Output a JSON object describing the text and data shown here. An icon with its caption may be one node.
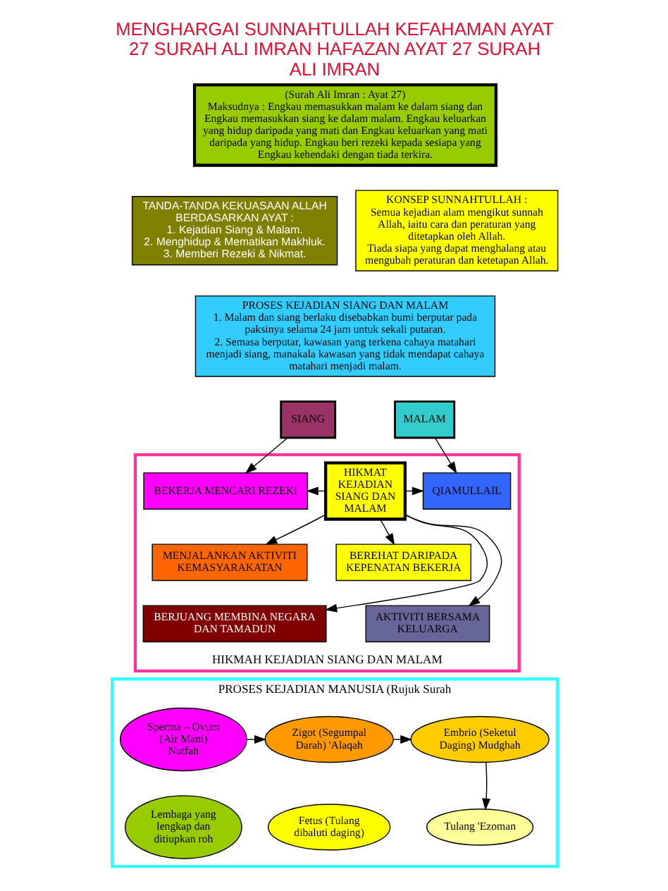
{
  "diagram": {
    "title": "MENGHARGAI SUNNAHTULLAH KEFAHAMAN AYAT 27 SURAH ALI IMRAN HAFAZAN AYAT 27 SURAH ALI IMRAN",
    "nodes": [
      {
        "text": [
          "(Surah Ali Imran : Ayat 27)",
          "Maksudnya : Engkau memasukkan malam ke dalam siang dan Engkau memasukkan siang ke dalam malam. Engkau keluarkan yang hidup daripada yang mati dan Engkau keluarkan yang mati daripada yang hidup. Engkau beri rezeki kepada sesiapa yang Engkau kehendaki dengan tiada terkira."
        ]
      },
      {
        "text": [
          "TANDA-TANDA KEKUASAAN ALLAH BERDASARKAN AYAT :",
          "1. Kejadian Siang & Malam.",
          "2. Menghidup & Mematikan Makhluk.",
          "3. Memberi Rezeki & Nikmat."
        ]
      },
      {
        "text": [
          "KONSEP SUNNAHTULLAH :",
          "Semua kejadian alam mengikut sunnah Allah, iaitu cara dan peraturan yang ditetapkan oleh Allah.",
          "Tiada siapa yang dapat menghalang atau mengubah peraturan dan ketetapan Allah."
        ]
      },
      {
        "text": [
          "PROSES KEJADIAN SIANG DAN MALAM",
          "1. Malam dan siang berlaku disebabkan bumi berputar pada paksinya selama 24 jam untuk sekali putaran.",
          "2. Semasa berputar, kawasan yang terkena cahaya matahari menjadi siang, manakala kawasan yang tidak mendapat cahaya matahari menjadi malam."
        ]
      },
      {
        "text": [
          "SIANG"
        ]
      },
      {
        "text": [
          "MALAM"
        ]
      },
      {
        "text": [
          "HIKMAH KEJADIAN SIANG DAN MALAM"
        ]
      },
      {
        "text": [
          "BEKERJA MENCARI REZEKI"
        ],
        "in": 6
      },
      {
        "text": [
          "MENJALANKAN AKTIVITI KEMASYARAKATAN"
        ],
        "in": 6
      },
      {
        "text": [
          "BERJUANG MEMBINA NEGARA DAN TAMADUN"
        ],
        "in": 6
      },
      {
        "text": [
          "HIKMAT KEJADIAN SIANG DAN MALAM"
        ],
        "in": 6
      },
      {
        "text": [
          "QIAMULLAIL"
        ],
        "in": 6
      },
      {
        "text": [
          "BEREHAT DARIPADA KEPENATAN BEKERJA"
        ],
        "in": 6
      },
      {
        "text": [
          "AKTIVITI BERSAMA KELUARGA"
        ],
        "in": 6
      },
      {
        "text": [
          "PROSES KEJADIAN MANUSIA (Rujuk Surah"
        ]
      },
      {
        "text": [
          "Sperma – Ovum (Air Mani) Nutfah"
        ],
        "in": 14
      },
      {
        "text": [
          "Zigot (Segumpal Darah) 'Alaqah"
        ],
        "in": 14
      },
      {
        "text": [
          "Embrio (Seketul Daging) Mudghah"
        ],
        "in": 14
      },
      {
        "text": [
          "Tulang 'Ezoman"
        ],
        "in": 14
      },
      {
        "text": [
          "Fetus (Tulang dibaluti daging)"
        ],
        "in": 14
      },
      {
        "text": [
          "Lembaga yang lengkap dan ditiupkan roh"
        ],
        "in": 14
      }
    ],
    "edges": [
      {
        "from": 4,
        "to": 7,
        "arrow": "to"
      },
      {
        "from": 5,
        "to": 11,
        "arrow": "to"
      },
      {
        "from": 10,
        "to": 7,
        "arrow": "to"
      },
      {
        "from": 10,
        "to": 8,
        "arrow": "to"
      },
      {
        "from": 10,
        "to": 9,
        "arrow": "to"
      },
      {
        "from": 10,
        "to": 11,
        "arrow": "to"
      },
      {
        "from": 10,
        "to": 12,
        "arrow": "to"
      },
      {
        "from": 10,
        "to": 13,
        "arrow": "to"
      },
      {
        "from": 15,
        "to": 16,
        "arrow": "to"
      },
      {
        "from": 16,
        "to": 17,
        "arrow": "to"
      },
      {
        "from": 17,
        "to": 18,
        "arrow": "to"
      }
    ]
  }
}
